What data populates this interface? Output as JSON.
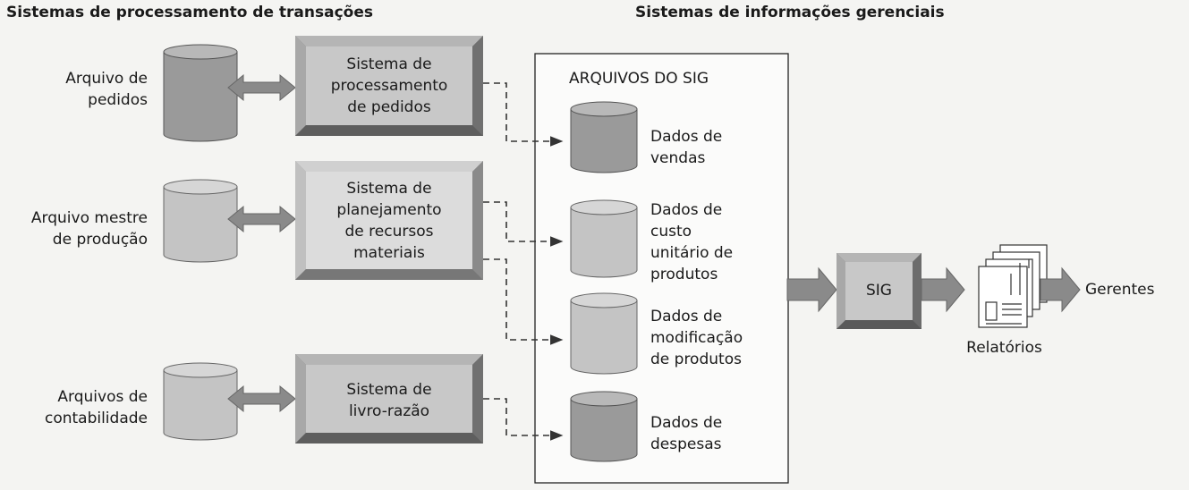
{
  "headings": {
    "transaction_systems": "Sistemas de processamento de transações",
    "management_systems": "Sistemas de informações gerenciais"
  },
  "source_files": [
    "Arquivo de\npedidos",
    "Arquivo mestre\nde produção",
    "Arquivos de\ncontabilidade"
  ],
  "processing_systems": [
    "Sistema de\nprocessamento\nde pedidos",
    "Sistema de\nplanejamento\nde recursos\nmateriais",
    "Sistema de\nlivro-razão"
  ],
  "sig_files": {
    "title": "ARQUIVOS DO SIG",
    "items": [
      "Dados de\nvendas",
      "Dados de\ncusto\nunitário de\nprodutos",
      "Dados de\nmodificação\nde produtos",
      "Dados de\ndespesas"
    ]
  },
  "sig_label": "SIG",
  "reports_label": "Relatórios",
  "output_label": "Gerentes",
  "colors": {
    "cylinder_dark": "#9a9a9a",
    "cylinder_light": "#c4c4c4",
    "box_face": "#c8c8c8",
    "arrow": "#8a8a8a"
  }
}
